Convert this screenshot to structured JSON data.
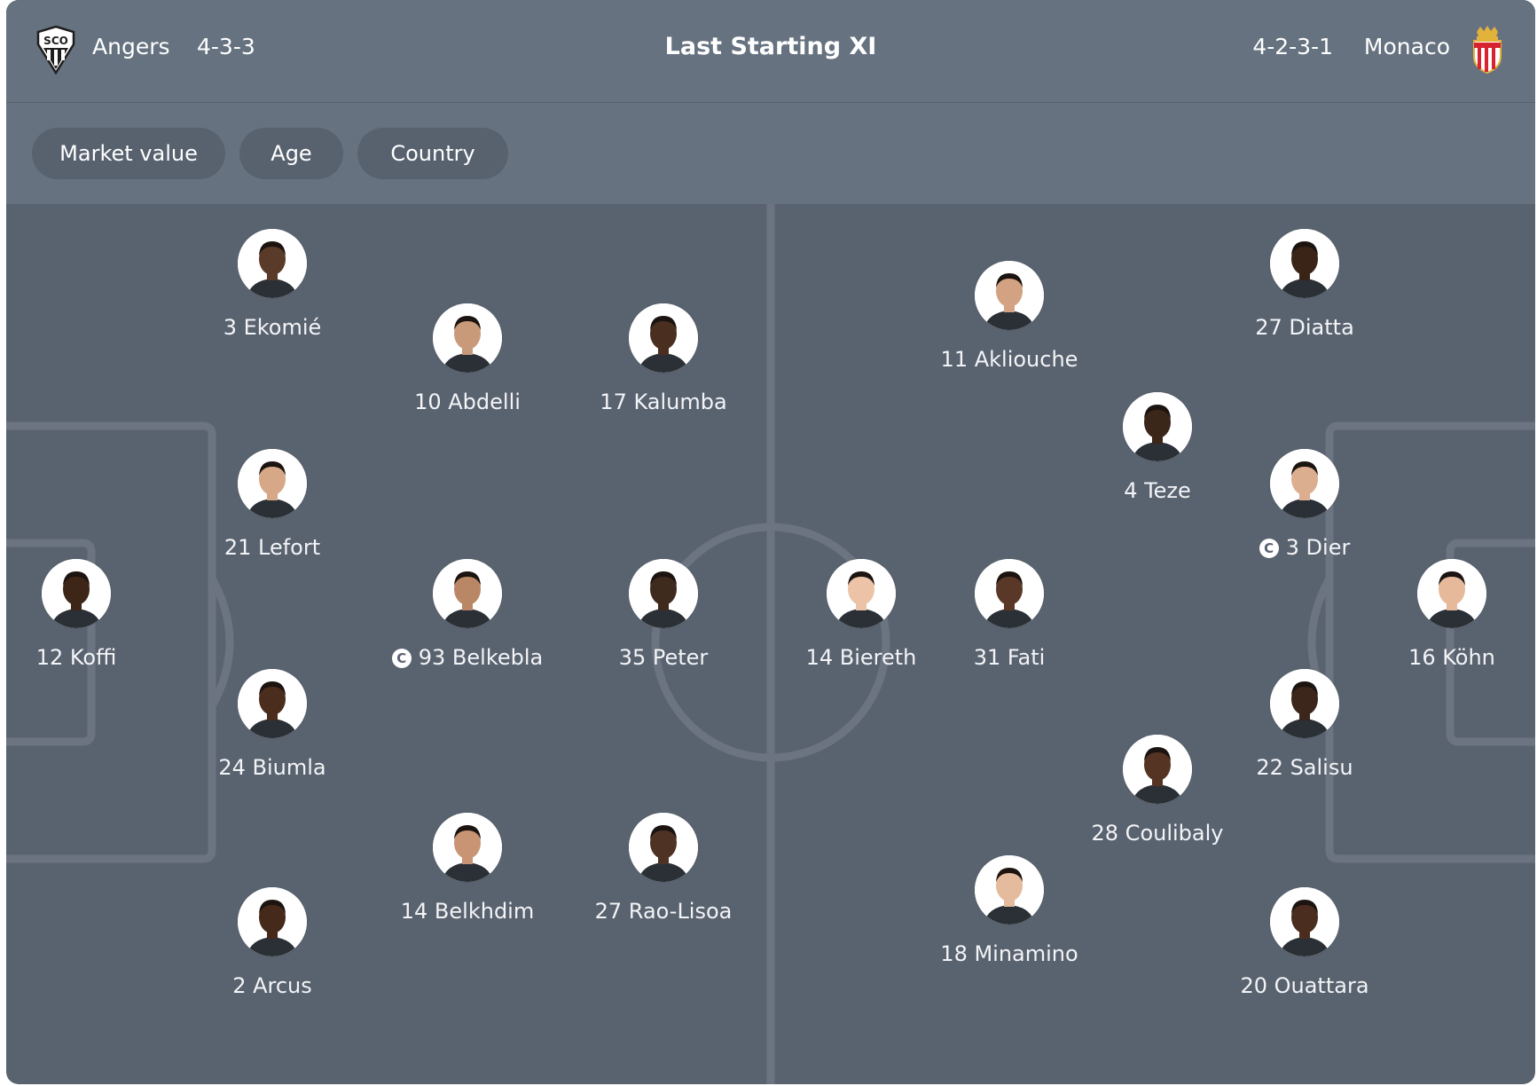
{
  "header": {
    "home_team": "Angers",
    "home_formation": "4-3-3",
    "title": "Last Starting XI",
    "away_formation": "4-2-3-1",
    "away_team": "Monaco",
    "home_crest_text": "SCO",
    "home_crest_icon": "angers-sco-crest-icon",
    "away_crest_icon": "as-monaco-crest-icon"
  },
  "filters": [
    "Market value",
    "Age",
    "Country"
  ],
  "colors": {
    "pitch": "#59626f",
    "header": "#667280",
    "lines": "#6b7480",
    "text": "#ffffff",
    "monaco_red": "#d6232f",
    "monaco_gold": "#e2b23a"
  },
  "captain_badge": "C",
  "home_players": [
    {
      "label": "3 Ekomié",
      "captain": false,
      "skin": "#5a3a28"
    },
    {
      "label": "10 Abdelli",
      "captain": false,
      "skin": "#c99a7a"
    },
    {
      "label": "17 Kalumba",
      "captain": false,
      "skin": "#4a2e20"
    },
    {
      "label": "21 Lefort",
      "captain": false,
      "skin": "#d6a888"
    },
    {
      "label": "12 Koffi",
      "captain": false,
      "skin": "#3d2618"
    },
    {
      "label": "93 Belkebla",
      "captain": true,
      "skin": "#b98766"
    },
    {
      "label": "35 Peter",
      "captain": false,
      "skin": "#3f2a1e"
    },
    {
      "label": "24 Biumla",
      "captain": false,
      "skin": "#4b2d1e"
    },
    {
      "label": "14 Belkhdim",
      "captain": false,
      "skin": "#c89474"
    },
    {
      "label": "27 Rao-Lisoa",
      "captain": false,
      "skin": "#4e3324"
    },
    {
      "label": "2 Arcus",
      "captain": false,
      "skin": "#45291b"
    }
  ],
  "away_players": [
    {
      "label": "11 Akliouche",
      "captain": false,
      "skin": "#d2a283"
    },
    {
      "label": "27 Diatta",
      "captain": false,
      "skin": "#3a2418"
    },
    {
      "label": "4 Teze",
      "captain": false,
      "skin": "#3b261a"
    },
    {
      "label": "3 Dier",
      "captain": true,
      "skin": "#dcae90"
    },
    {
      "label": "14 Biereth",
      "captain": false,
      "skin": "#ecc3a6"
    },
    {
      "label": "31 Fati",
      "captain": false,
      "skin": "#5a3828"
    },
    {
      "label": "16 Köhn",
      "captain": false,
      "skin": "#e6b99b"
    },
    {
      "label": "22 Salisu",
      "captain": false,
      "skin": "#3c251a"
    },
    {
      "label": "28 Coulibaly",
      "captain": false,
      "skin": "#553423"
    },
    {
      "label": "18 Minamino",
      "captain": false,
      "skin": "#e4bb9c"
    },
    {
      "label": "20 Ouattara",
      "captain": false,
      "skin": "#4a2d1f"
    }
  ]
}
